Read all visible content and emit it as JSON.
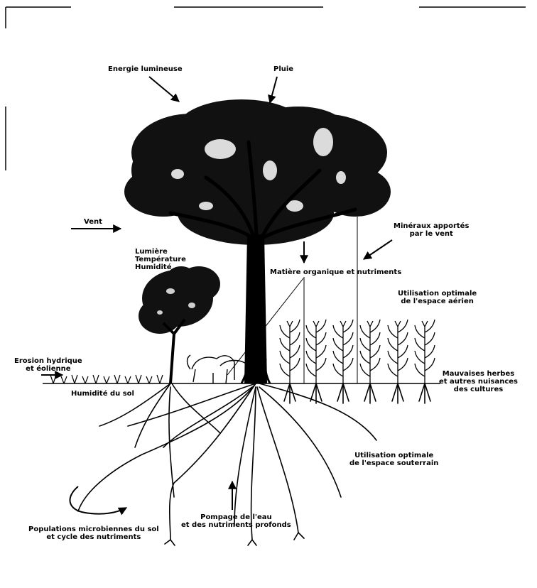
{
  "labels": {
    "light_energy": "Energie lumineuse",
    "rain": "Pluie",
    "wind": "Vent",
    "wind_minerals": [
      "Minéraux apportés",
      "par le vent"
    ],
    "microclimate": [
      "Lumière",
      "Température",
      "Humidité"
    ],
    "organic_matter": "Matière organique et nutriments",
    "aerial_space": [
      "Utilisation optimale",
      "de l'espace aérien"
    ],
    "erosion": [
      "Erosion hydrique",
      "et éolienne"
    ],
    "soil_moisture": "Humidité du sol",
    "weeds": [
      "Mauvaises herbes",
      "et autres nuisances",
      "des cultures"
    ],
    "underground_space": [
      "Utilisation optimale",
      "de l'espace souterrain"
    ],
    "deep_pumping": [
      "Pompage de l'eau",
      "et des nutriments profonds"
    ],
    "microbial": [
      "Populations microbiennes du sol",
      "et cycle des nutriments"
    ]
  },
  "icons": {
    "tree": "tree-icon",
    "shrub": "shrub-icon",
    "crops": "maize-plant-icon",
    "animals": "goat-icon"
  }
}
